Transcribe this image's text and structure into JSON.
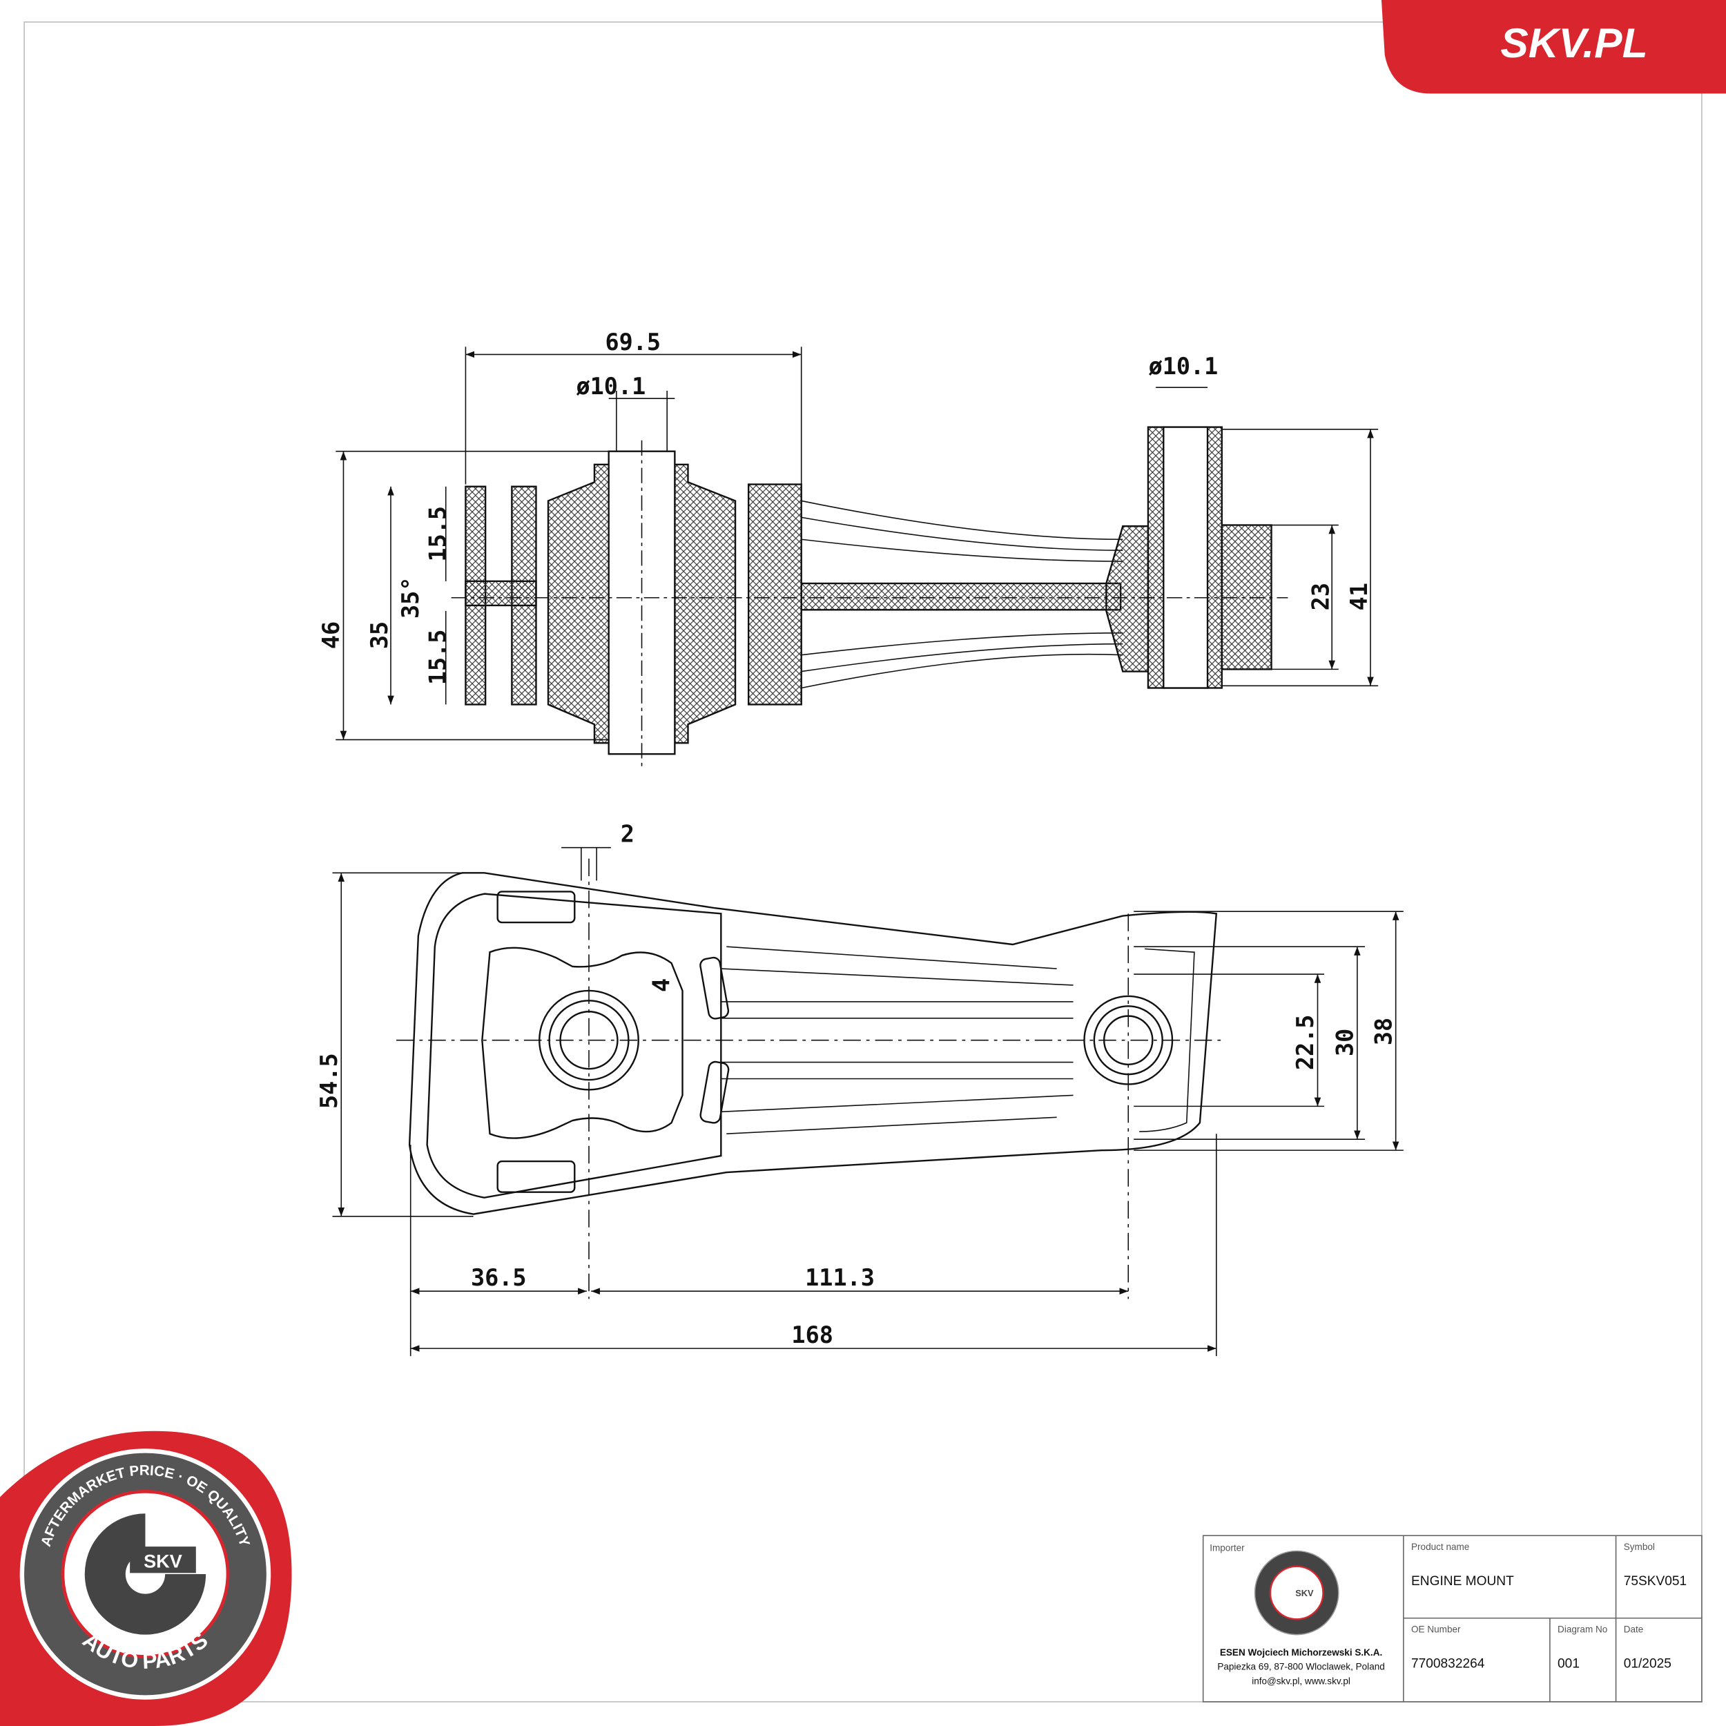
{
  "brand": {
    "site": "SKV.PL",
    "accent": "#d9262e",
    "badge_top": "AFTERMARKET PRICE · OE QUALITY",
    "badge_bottom": "AUTO PARTS",
    "badge_center": "SKV"
  },
  "top_view": {
    "dims": {
      "width": "69.5",
      "bore_left": "ø10.1",
      "bore_right": "ø10.1",
      "h46": "46",
      "h35": "35",
      "a35": "35°",
      "h15a": "15.5",
      "h15b": "15.5",
      "h23": "23",
      "h41": "41"
    }
  },
  "front_view": {
    "dims": {
      "d2": "2",
      "d4": "4",
      "h54": "54.5",
      "d36": "36.5",
      "d111": "111.3",
      "d168": "168",
      "h22": "22.5",
      "h30": "30",
      "h38": "38"
    }
  },
  "title_block": {
    "importer_label": "Importer",
    "importer_name": "ESEN Wojciech Michorzewski S.K.A.",
    "importer_address": "Papiezka 69, 87-800 Wloclawek, Poland",
    "importer_contact": "info@skv.pl, www.skv.pl",
    "product_label": "Product name",
    "product_value": "ENGINE MOUNT",
    "symbol_label": "Symbol",
    "symbol_value": "75SKV051",
    "oe_label": "OE Number",
    "oe_value": "7700832264",
    "diagram_label": "Diagram No",
    "diagram_value": "001",
    "date_label": "Date",
    "date_value": "01/2025"
  }
}
